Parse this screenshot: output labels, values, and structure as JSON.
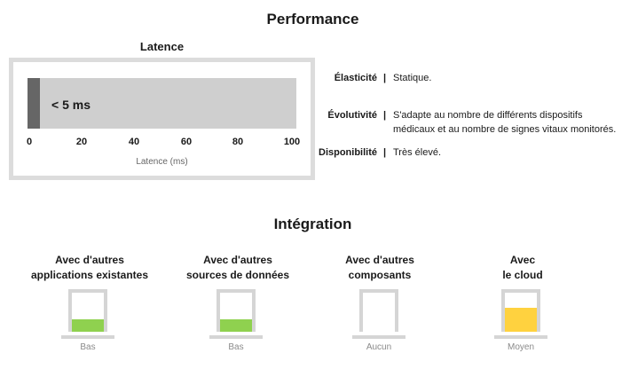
{
  "performance": {
    "title": "Performance",
    "latency_heading": "Latence",
    "latency_value_label": "< 5 ms",
    "latency_ms": 5,
    "axis": {
      "label": "Latence (ms)",
      "ticks": [
        "0",
        "20",
        "40",
        "60",
        "80",
        "100"
      ],
      "range": [
        0,
        100
      ]
    },
    "properties": [
      {
        "label": "Élasticité",
        "value": "Statique."
      },
      {
        "label": "Évolutivité",
        "value": "S'adapte au nombre de différents dispositifs médicaux et au nombre de signes vitaux monitorés."
      },
      {
        "label": "Disponibilité",
        "value": "Très élevé."
      }
    ],
    "separator": "|"
  },
  "integration": {
    "title": "Intégration",
    "items": [
      {
        "line1": "Avec d'autres",
        "line2": "applications existantes",
        "level": "Bas",
        "fill_fraction": 0.32,
        "fill_color": "#8fd14f"
      },
      {
        "line1": "Avec d'autres",
        "line2": "sources de données",
        "level": "Bas",
        "fill_fraction": 0.32,
        "fill_color": "#8fd14f"
      },
      {
        "line1": "Avec d'autres",
        "line2": "composants",
        "level": "Aucun",
        "fill_fraction": 0,
        "fill_color": "#ffffff"
      },
      {
        "line1": "Avec",
        "line2": "le cloud",
        "level": "Moyen",
        "fill_fraction": 0.62,
        "fill_color": "#ffd23f"
      }
    ]
  }
}
